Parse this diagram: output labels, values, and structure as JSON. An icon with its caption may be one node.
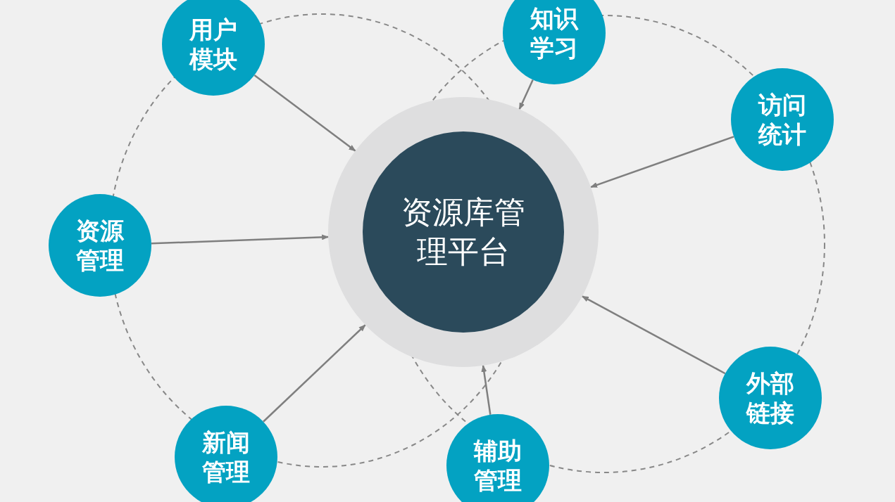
{
  "diagram": {
    "nodes": [
      {
        "text": [
          "资源库管理平台"
        ]
      },
      {
        "text": [
          "用户模块"
        ]
      },
      {
        "text": [
          "知识学习"
        ]
      },
      {
        "text": [
          "访问统计"
        ]
      },
      {
        "text": [
          "资源管理"
        ]
      },
      {
        "text": [
          "外部链接"
        ]
      },
      {
        "text": [
          "新闻管理"
        ]
      },
      {
        "text": [
          "辅助管理"
        ]
      }
    ],
    "edges": [
      {
        "from": 1,
        "to": 0,
        "arrow": "to"
      },
      {
        "from": 2,
        "to": 0,
        "arrow": "to"
      },
      {
        "from": 3,
        "to": 0,
        "arrow": "to"
      },
      {
        "from": 4,
        "to": 0,
        "arrow": "to"
      },
      {
        "from": 5,
        "to": 0,
        "arrow": "to"
      },
      {
        "from": 6,
        "to": 0,
        "arrow": "to"
      },
      {
        "from": 7,
        "to": 0,
        "arrow": "to"
      }
    ]
  }
}
